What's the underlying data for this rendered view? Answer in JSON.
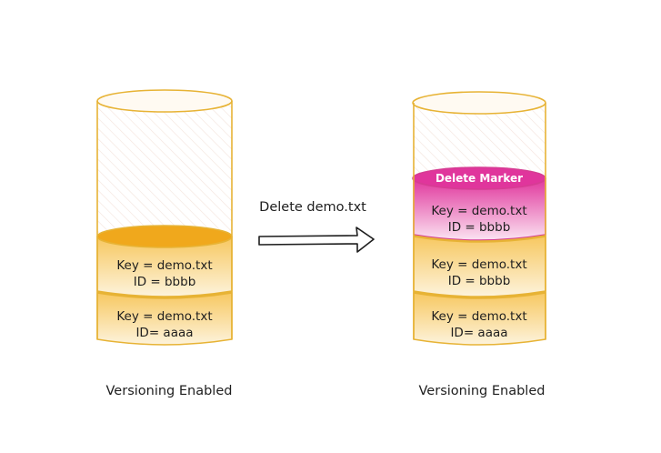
{
  "left": {
    "caption": "Versioning Enabled",
    "layers": [
      {
        "key": "Key = demo.txt",
        "id": "ID = bbbb"
      },
      {
        "key": "Key = demo.txt",
        "id": "ID= aaaa"
      }
    ]
  },
  "action": {
    "label": "Delete demo.txt"
  },
  "right": {
    "caption": "Versioning Enabled",
    "marker": {
      "title": "Delete Marker",
      "key": "Key = demo.txt",
      "id": "ID = bbbb"
    },
    "layers": [
      {
        "key": "Key = demo.txt",
        "id": "ID = bbbb"
      },
      {
        "key": "Key = demo.txt",
        "id": "ID= aaaa"
      }
    ]
  },
  "colors": {
    "outline": "#e7b335",
    "layer_fill": "#f8d27e",
    "layer_top": "#f0a81c",
    "marker_fill": "#e0359c",
    "glass_hatch": "#f3e3dc"
  }
}
